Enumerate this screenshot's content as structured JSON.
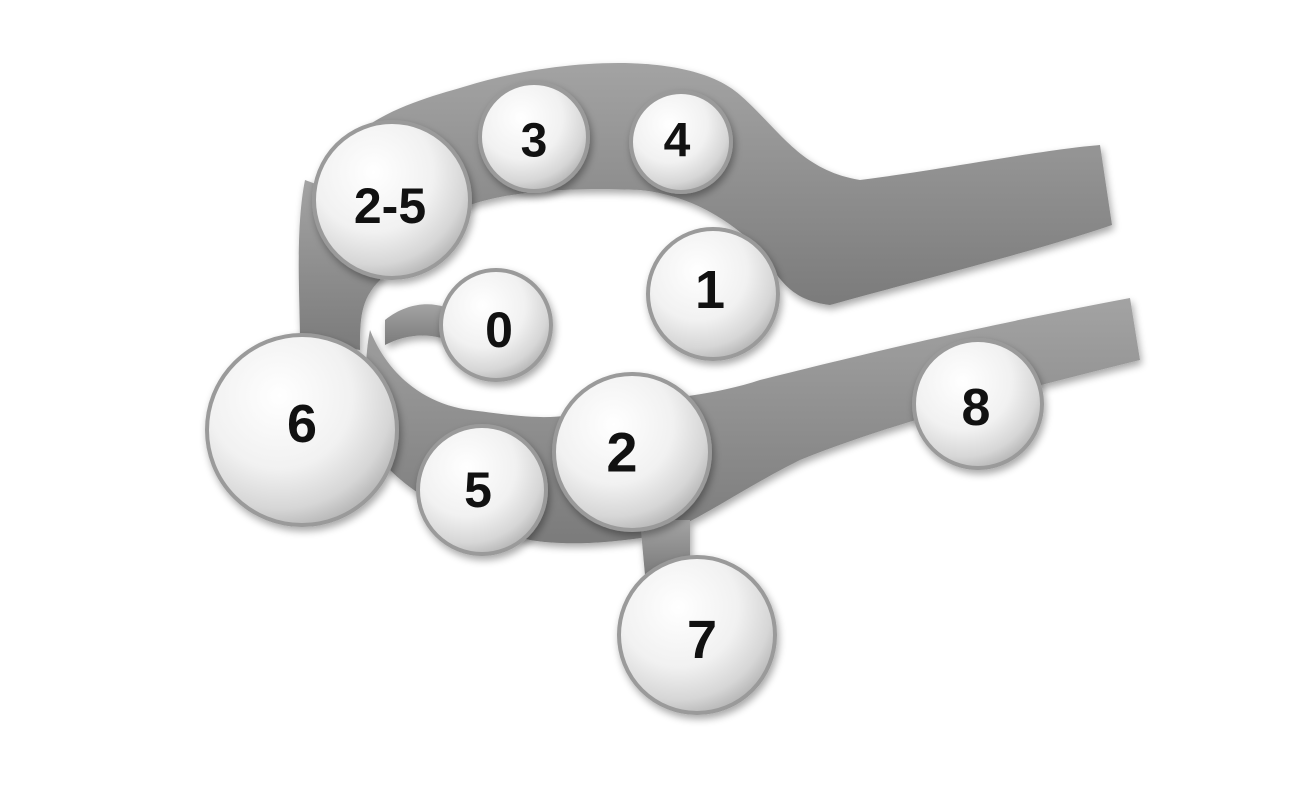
{
  "diagram": {
    "background_color": "#ffffff",
    "tube_color": "#8e8e8e",
    "sphere_color": "#f4f4f4",
    "label_color": "#111111",
    "nodes": [
      {
        "id": "node-2-5",
        "label": "2-5"
      },
      {
        "id": "node-3",
        "label": "3"
      },
      {
        "id": "node-4",
        "label": "4"
      },
      {
        "id": "node-1",
        "label": "1"
      },
      {
        "id": "node-0",
        "label": "0"
      },
      {
        "id": "node-6",
        "label": "6"
      },
      {
        "id": "node-5",
        "label": "5"
      },
      {
        "id": "node-2",
        "label": "2"
      },
      {
        "id": "node-8",
        "label": "8"
      },
      {
        "id": "node-7",
        "label": "7"
      }
    ]
  }
}
